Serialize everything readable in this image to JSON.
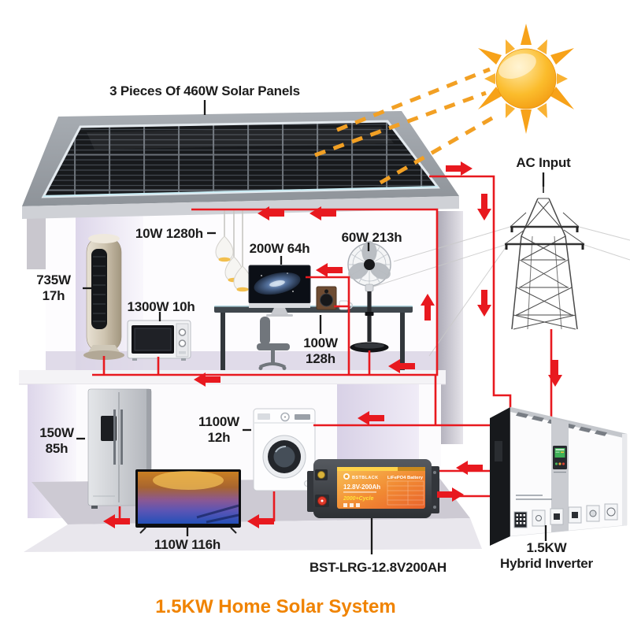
{
  "title": {
    "text": "1.5KW Home Solar System",
    "color": "#f08300"
  },
  "labels": {
    "solar_panels": "3 Pieces Of 460W Solar Panels",
    "ac_input": "AC Input",
    "pendant_lights": "10W 1280h",
    "computer": "200W 64h",
    "stand_fan": "60W 213h",
    "tower_ac_power": "735W",
    "tower_ac_hours": "17h",
    "microwave": "1300W 10h",
    "speaker_power": "100W",
    "speaker_hours": "128h",
    "fridge_power": "150W",
    "fridge_hours": "85h",
    "washer_power": "1100W",
    "washer_hours": "12h",
    "tv": "110W 116h",
    "battery_model": "BST-LRG-12.8V200AH",
    "inverter_power": "1.5KW",
    "inverter_type": "Hybrid Inverter"
  },
  "battery_label": {
    "brand": "BSTBLACK",
    "type": "LiFePO4 Battery",
    "capacity": "12.8V-200Ah",
    "cycle_life": "2000+Cycle"
  },
  "colors": {
    "wire_red": "#e8191f",
    "sun_orange": "#f6a41e",
    "title_orange": "#f08300",
    "label_text": "#1c1c1c",
    "wall_lavender": "#e2dcee",
    "roof_gray": "#9aa0a5"
  }
}
